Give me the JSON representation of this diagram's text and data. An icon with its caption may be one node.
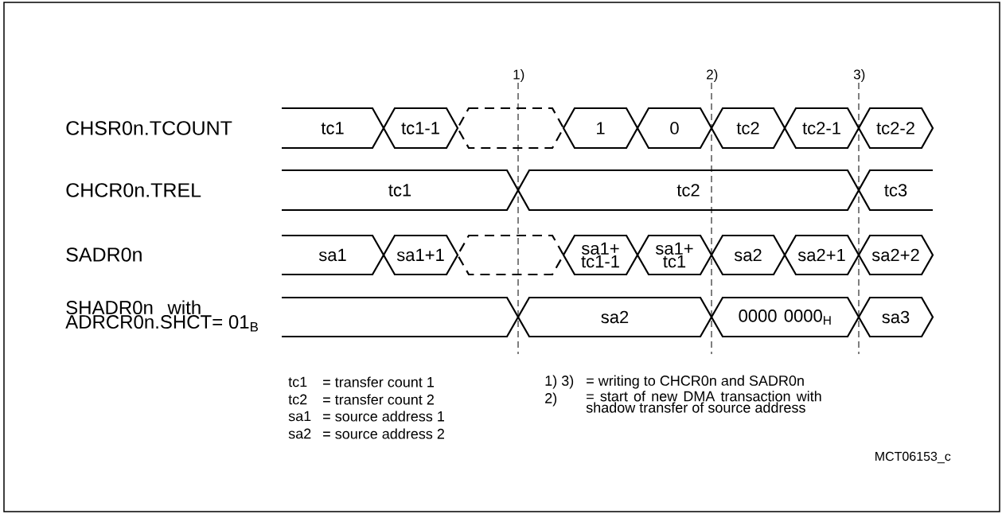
{
  "diagram": {
    "nodes": [
      {
        "text": [
          "tc1"
        ]
      },
      {
        "text": [
          "tc1-1"
        ]
      },
      {
        "text": [],
        "shape": "box"
      },
      {
        "text": [
          "1"
        ]
      },
      {
        "text": [
          "0"
        ]
      },
      {
        "text": [
          "tc2"
        ]
      },
      {
        "text": [
          "tc2-1"
        ]
      },
      {
        "text": [
          "tc2-2"
        ]
      },
      {
        "text": [
          "tc1"
        ]
      },
      {
        "text": [
          "tc2"
        ]
      },
      {
        "text": [
          "tc3"
        ]
      },
      {
        "text": [
          "sa1"
        ]
      },
      {
        "text": [
          "sa1+1"
        ]
      },
      {
        "text": [],
        "shape": "box"
      },
      {
        "text": [
          "sa1+ tc1-1"
        ]
      },
      {
        "text": [
          "sa1+ tc1"
        ]
      },
      {
        "text": [
          "sa2"
        ]
      },
      {
        "text": [
          "sa2+1"
        ]
      },
      {
        "text": [
          "sa2+2"
        ]
      },
      {
        "text": [],
        "shape": "box"
      },
      {
        "text": [
          "sa2"
        ]
      },
      {
        "text": [
          "0000 0000$_{H}$"
        ]
      },
      {
        "text": [
          "sa3"
        ]
      }
    ],
    "labels": [
      "CHSR0n.TCOUNT",
      "CHCR0n.TREL",
      "SADR0n",
      "SHADR0n with ADRCR0n.SHCT= 01$_{B}$",
      "1)",
      "2)",
      "3)",
      "tc1",
      "= transfer count 1",
      "1) 3)",
      "= writing to CHCR0n and SADR0n",
      "tc2",
      "= transfer count 2",
      "2)",
      "= start of new DMA transaction with shadow transfer of source address",
      "sa1",
      "= source address 1",
      "sa2",
      "= source address 2",
      "MCT06153_c"
    ]
  }
}
